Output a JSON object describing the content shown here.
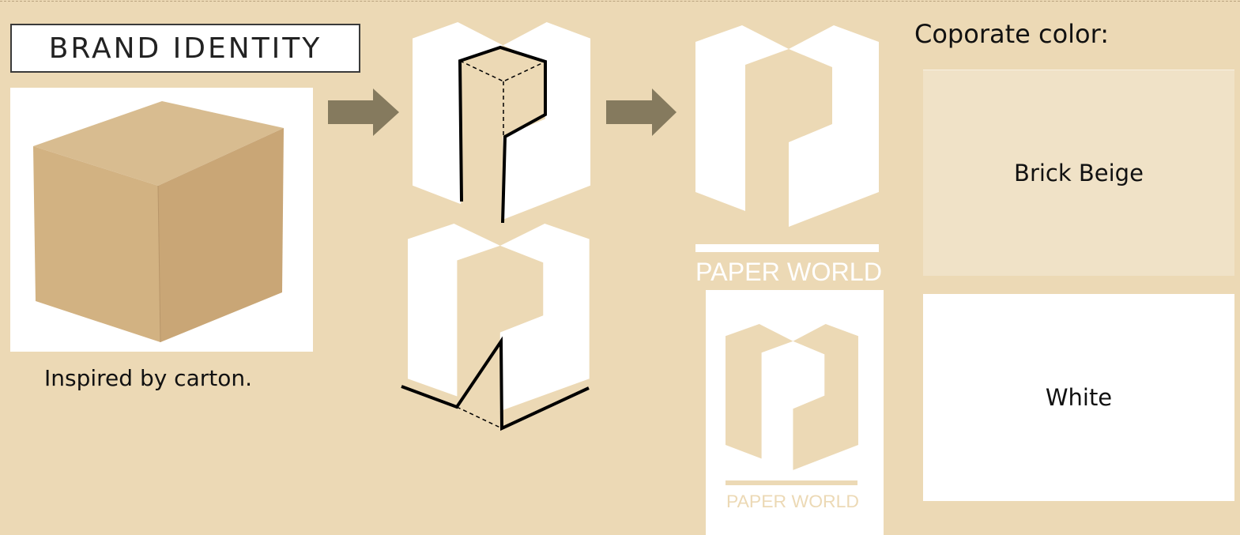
{
  "title": "BRAND IDENTITY",
  "caption": "Inspired by carton.",
  "logo": {
    "wordmark": "PAPER WORLD"
  },
  "corporate": {
    "label": "Coporate color:",
    "swatches": [
      {
        "name": "Brick Beige",
        "color": "#f0e2c7"
      },
      {
        "name": "White",
        "color": "#ffffff"
      }
    ]
  },
  "colors": {
    "background": "#ecd9b5",
    "arrow": "#857a5e",
    "carton": "#cfaf82"
  },
  "icons": [
    "arrow-right-icon",
    "arrow-right-icon"
  ]
}
